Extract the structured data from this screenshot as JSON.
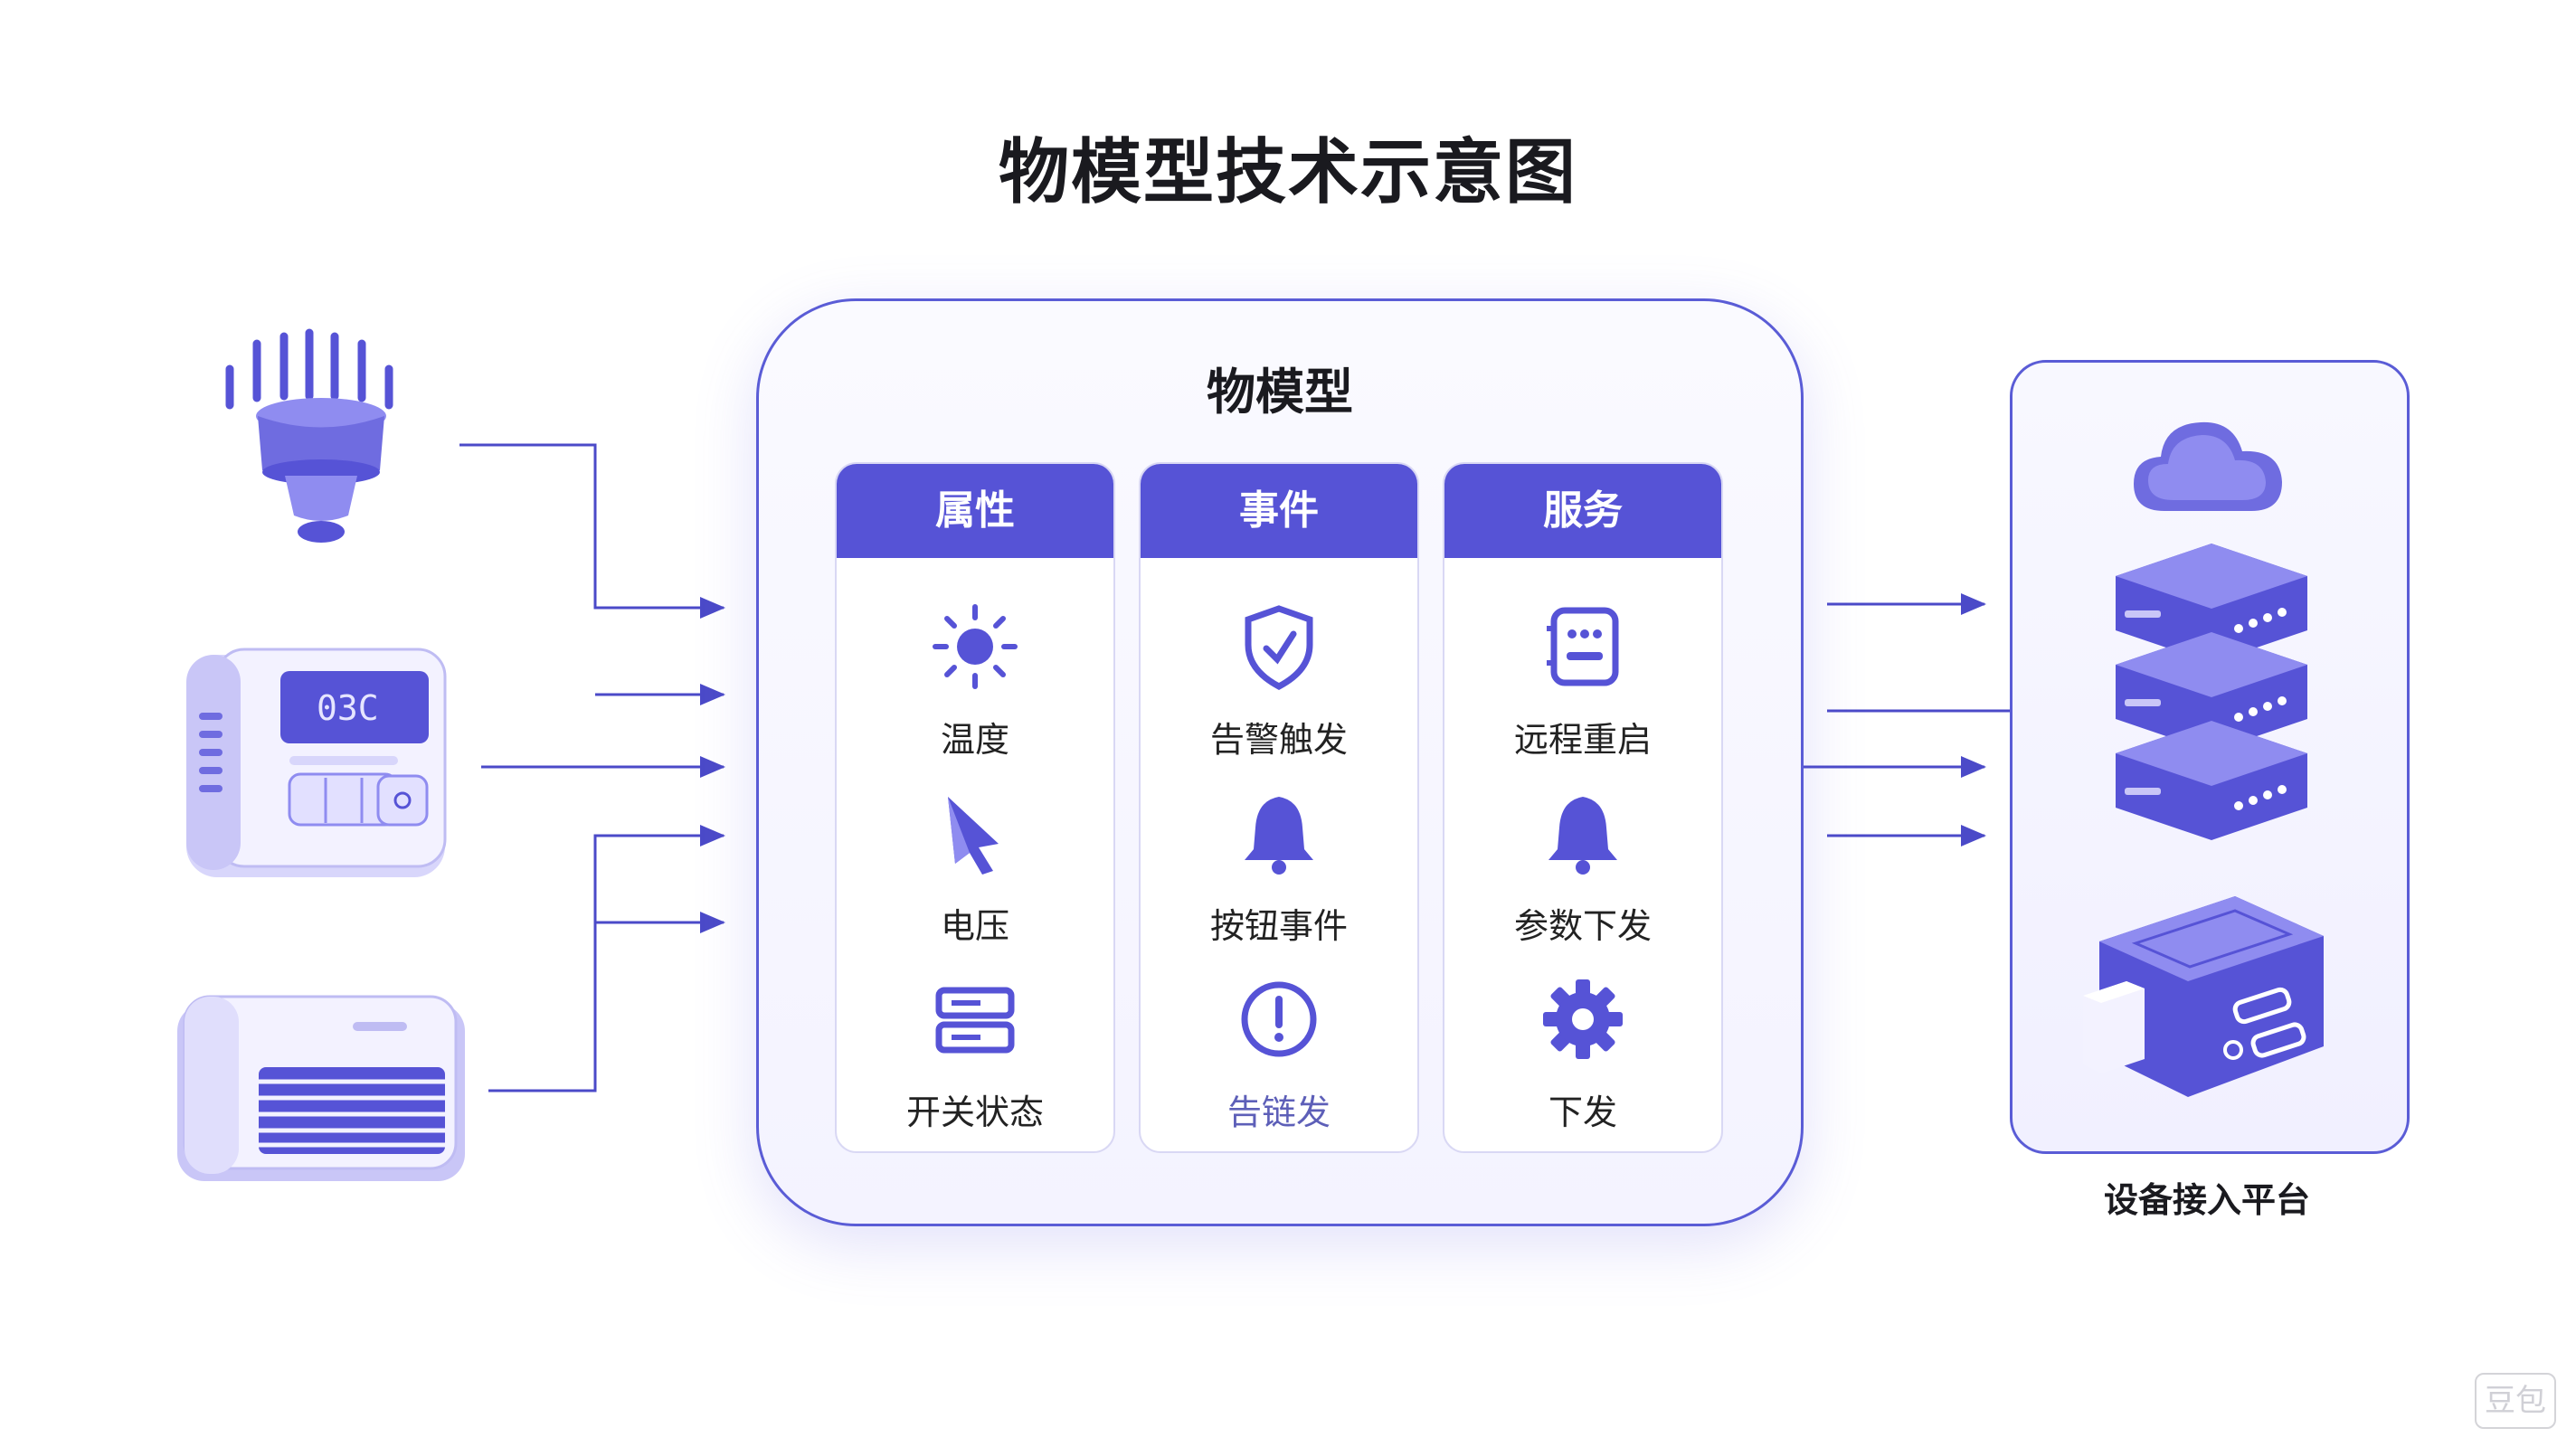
{
  "title": "物模型技术示意图",
  "model": {
    "title": "物模型",
    "columns": [
      {
        "header": "属性",
        "items": [
          {
            "label": "温度",
            "icon": "sun-icon"
          },
          {
            "label": "电压",
            "icon": "cursor-arrow-icon"
          },
          {
            "label": "开关状态",
            "icon": "server-switch-icon"
          }
        ]
      },
      {
        "header": "事件",
        "items": [
          {
            "label": "告警触发",
            "icon": "shield-icon"
          },
          {
            "label": "按钮事件",
            "icon": "bell-icon"
          },
          {
            "label": "告链发",
            "icon": "alert-circle-icon"
          }
        ]
      },
      {
        "header": "服务",
        "items": [
          {
            "label": "远程重启",
            "icon": "keypad-icon"
          },
          {
            "label": "参数下发",
            "icon": "bell-icon"
          },
          {
            "label": "下发",
            "icon": "gear-icon"
          }
        ]
      }
    ]
  },
  "devices": [
    {
      "icon": "smart-light-icon"
    },
    {
      "icon": "thermostat-icon",
      "display_text": "03C"
    },
    {
      "icon": "air-conditioner-icon"
    }
  ],
  "platform": {
    "label": "设备接入平台",
    "icons": [
      "cloud-icon",
      "server-stack-icon",
      "gateway-box-icon"
    ]
  },
  "watermark": "豆包",
  "colors": {
    "accent": "#5653d6",
    "accent_light": "#8f8cf0",
    "border": "#5a5cd6"
  }
}
